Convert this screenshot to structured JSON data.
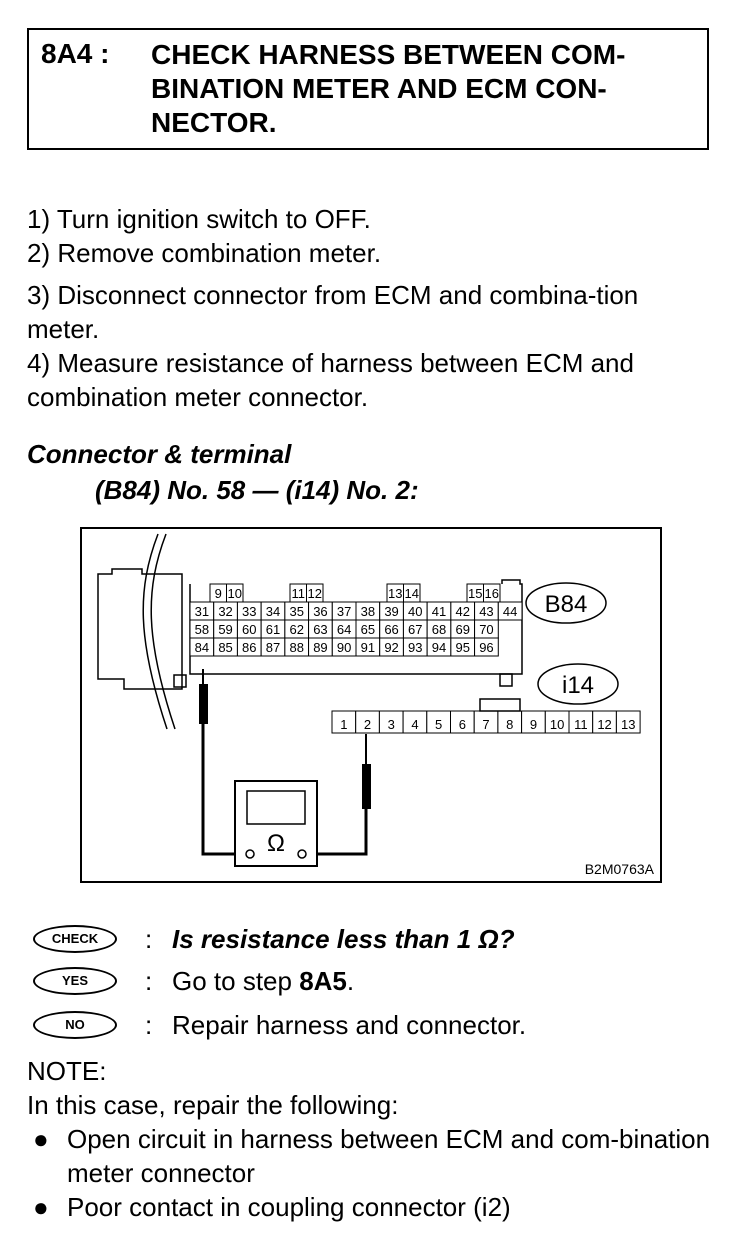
{
  "header": {
    "step_code": "8A4 :",
    "title": "CHECK HARNESS BETWEEN COM-BINATION METER AND ECM CON-NECTOR."
  },
  "steps": [
    "1)  Turn ignition switch to OFF.",
    "2)  Remove  combination  meter.",
    "3)  Disconnect connector from ECM and combina-tion meter.",
    "4)  Measure resistance of harness between ECM and combination meter connector."
  ],
  "connector": {
    "heading": "Connector & terminal",
    "spec": "(B84) No. 58 — (i14) No. 2:"
  },
  "figure": {
    "b84_label": "B84",
    "i14_label": "i14",
    "figure_code": "B2M0763A",
    "ohm_symbol": "Ω",
    "b84_row1": [
      "9",
      "10",
      "11",
      "12",
      "13",
      "14",
      "15",
      "16"
    ],
    "b84_row2": [
      "31",
      "32",
      "33",
      "34",
      "35",
      "36",
      "37",
      "38",
      "39",
      "40",
      "41",
      "42",
      "43",
      "44"
    ],
    "b84_row3": [
      "58",
      "59",
      "60",
      "61",
      "62",
      "63",
      "64",
      "65",
      "66",
      "67",
      "68",
      "69",
      "70"
    ],
    "b84_row4": [
      "84",
      "85",
      "86",
      "87",
      "88",
      "89",
      "90",
      "91",
      "92",
      "93",
      "94",
      "95",
      "96"
    ],
    "i14_pins": [
      "1",
      "2",
      "3",
      "4",
      "5",
      "6",
      "7",
      "8",
      "9",
      "10",
      "11",
      "12",
      "13"
    ]
  },
  "check": {
    "check_badge": "CHECK",
    "yes_badge": "YES",
    "no_badge": "NO",
    "colon": ":",
    "question": "Is resistance less than 1 Ω?",
    "yes_prefix": "Go to step ",
    "yes_step": "8A5",
    "yes_suffix": ".",
    "no_answer": "Repair harness and connector."
  },
  "note": {
    "title": "NOTE:",
    "intro": "In this case, repair the following:",
    "bullet": "●",
    "items": [
      "Open circuit in harness between ECM and com-bination meter connector",
      "Poor contact in coupling connector (i2)"
    ]
  }
}
